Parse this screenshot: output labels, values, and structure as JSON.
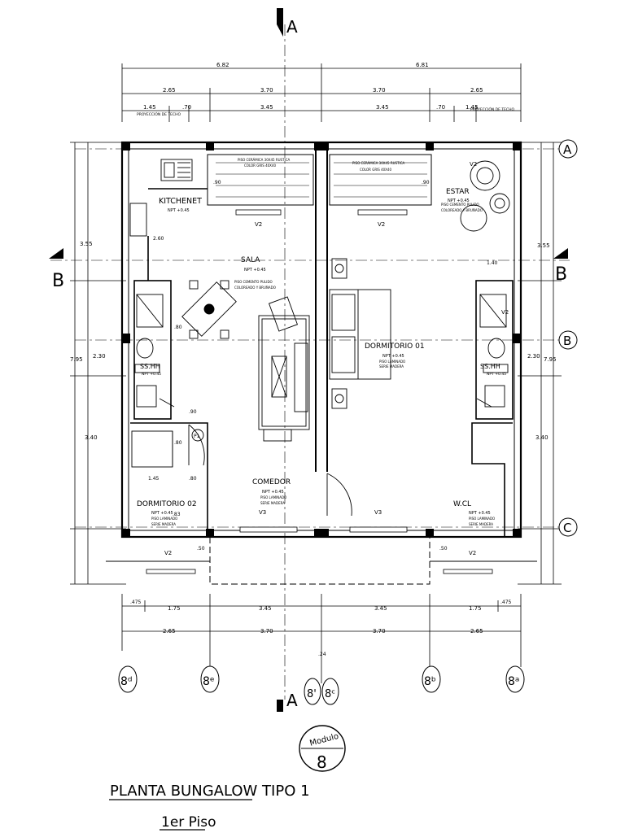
{
  "title": "PLANTA BUNGALOW TIPO 1",
  "subtitle": "1er Piso",
  "module": {
    "label": "Modulo",
    "number": "8"
  },
  "section_markers": {
    "a_top": "A",
    "a_bottom": "A",
    "b_left": "B",
    "b_right": "B"
  },
  "axes_right": [
    "A",
    "B",
    "C"
  ],
  "axes_bottom": [
    "8ᵈ",
    "8ᵉ",
    "8'",
    "8ᶜ",
    "8ᵇ",
    "8ᵃ"
  ],
  "rooms": {
    "kitchenet": {
      "name": "KITCHENET",
      "level": "NPT +0.45",
      "dim": "2.60"
    },
    "sala": {
      "name": "SALA",
      "level": "NPT +0.45",
      "finish": "PISO CEMENTO PULIDO",
      "finish2": "COLOREADO Y BRUÑADO"
    },
    "estar": {
      "name": "ESTAR",
      "level": "NPT +0.45",
      "finish": "PISO CEMENTO PULIDO",
      "finish2": "COLOREADO Y BRUÑADO"
    },
    "ss_left": {
      "name": "SS.HH",
      "level": "NPT +0.45"
    },
    "ss_right": {
      "name": "SS.HH",
      "level": "NPT +0.45"
    },
    "dormitorio01": {
      "name": "DORMITORIO 01",
      "level": "NPT +0.45",
      "finish": "PISO LAMINADO",
      "finish2": "SERIE MADERA"
    },
    "dormitorio02": {
      "name": "DORMITORIO 02",
      "level": "NPT +0.45",
      "finish": "PISO LAMINADO",
      "finish2": "SERIE MADERA"
    },
    "comedor": {
      "name": "COMEDOR",
      "level": "NPT +0.45",
      "finish": "PISO LAMINADO",
      "finish2": "SERIE MADERA"
    },
    "wcl": {
      "name": "W.CL",
      "level": "NPT +0.45",
      "finish": "PISO LAMINADO",
      "finish2": "SERIE MADERA"
    },
    "terrace_left": {
      "finish": "PISO CERÁMICA 30X45 RUSTICA",
      "finish2": "COLOR GRIS 40X40"
    },
    "terrace_right": {
      "finish": "PISO CERÁMICA 30X45 RUSTICA",
      "finish2": "COLOR GRIS 40X40"
    }
  },
  "window_tags": [
    "V2",
    "V2",
    "V2",
    "V3",
    "V3",
    "V2",
    "V2",
    "V2"
  ],
  "door_tag": "P1",
  "notes": {
    "proy_left": "PROYECCIÓN DE TECHO",
    "proy_right": "PROYECCIÓN DE TECHO"
  },
  "dims_top": {
    "total_left": "6.82",
    "total_right": "6.81",
    "row2": [
      "2.65",
      "3.70",
      "3.70",
      "2.65"
    ],
    "row3": [
      "1.45",
      ".70",
      "3.45",
      "3.45",
      ".70",
      "1.45"
    ]
  },
  "dims_bottom": {
    "row1": [
      ".475",
      "1.75",
      "3.45",
      "3.45",
      "1.75",
      ".475"
    ],
    "row2": [
      "2.65",
      "3.70",
      "3.70",
      "2.65"
    ],
    "center": ".24"
  },
  "dims_side": {
    "left_a": "3.55",
    "left_b": "2.30",
    "left_c": "3.40",
    "left_total": "7.95",
    "right_a": "3.55",
    "right_b": "2.30",
    "right_c": "3.40",
    "right_total": "7.95"
  },
  "dims_inner": [
    "1.40",
    ".90",
    ".90",
    "1.45",
    ".80",
    ".80",
    ".50",
    ".50",
    ".83",
    ".90",
    ".80"
  ]
}
